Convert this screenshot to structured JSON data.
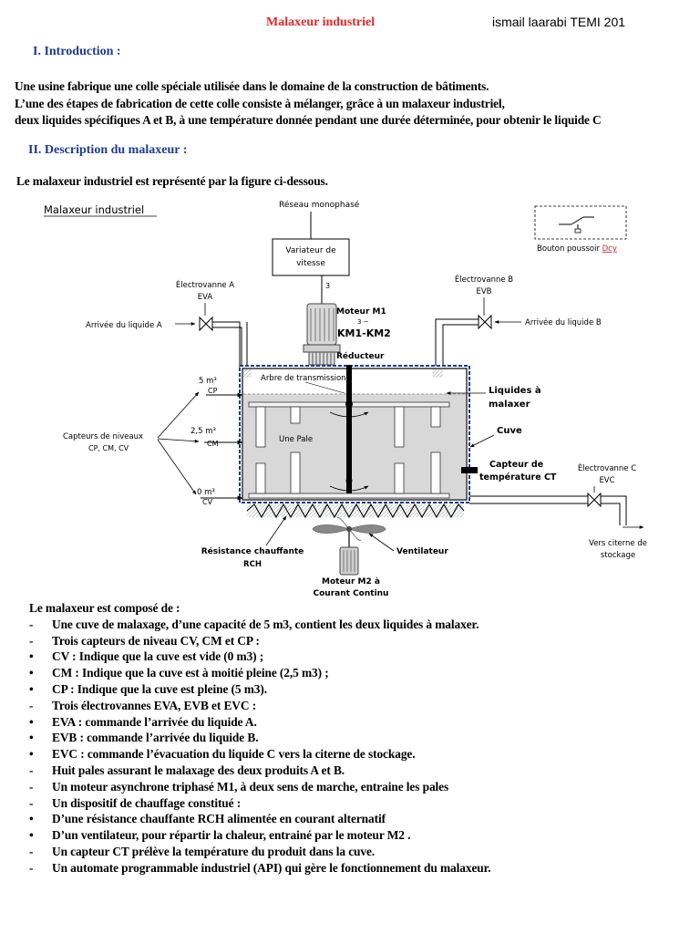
{
  "header": {
    "title": "Malaxeur industriel",
    "author": "ismail laarabi TEMI 201"
  },
  "sections": {
    "intro_title": "I.    Introduction :",
    "desc_title": "II.   Description du malaxeur :"
  },
  "intro_lines": [
    "Une usine fabrique une colle spéciale utilisée dans le domaine de la construction de bâtiments.",
    "L’une des étapes de fabrication de cette colle consiste à mélanger, grâce à un malaxeur industriel,",
    "deux liquides spécifiques A et B, à une température donnée pendant une durée déterminée, pour obtenir le liquide C"
  ],
  "desc_text": "Le malaxeur industriel est représenté par la figure ci-dessous.",
  "figure": {
    "caption": "Malaxeur industriel",
    "network": "Réseau monophasé",
    "variateur_1": "Variateur de",
    "variateur_2": "vitesse",
    "cable_count": "3",
    "button_label": "Bouton poussoir ",
    "button_sub": "Dcy",
    "eva_1": "Électrovanne A",
    "eva_2": "EVA",
    "evb_1": "Électrovanne B",
    "evb_2": "EVB",
    "arrival_a": "Arrivée du liquide A",
    "arrival_b": "Arrivée du liquide B",
    "motor_m1": "Moteur M1",
    "motor_m1_phase": "3 ~",
    "km": "KM1-KM2",
    "reducer": "Réducteur",
    "shaft": "Arbre de transmission",
    "liquids_1": "Liquides à",
    "liquids_2": "malaxer",
    "tank": "Cuve",
    "level_5": "5 m³",
    "level_5_sensor": "CP",
    "level_25": "2,5 m³",
    "level_25_sensor": "CM",
    "level_0": "0 m³",
    "level_0_sensor": "CV",
    "sensors_1": "Capteurs de niveaux",
    "sensors_2": "CP, CM, CV",
    "blade": "Une Pale",
    "temp_1": "Capteur de",
    "temp_2": "température CT",
    "evc_1": "Électrovanne C",
    "evc_2": "EVC",
    "storage_1": "Vers citerne de",
    "storage_2": "stockage",
    "resistance_1": "Résistance chauffante",
    "resistance_2": "RCH",
    "fan": "Ventilateur",
    "motor_m2_1": "Moteur M2 à",
    "motor_m2_2": "Courant Continu"
  },
  "list_intro": "Le malaxeur est composé de :",
  "list_items": [
    {
      "marker": "-",
      "text": "Une cuve de malaxage, d’une capacité de 5 m3, contient les deux liquides à malaxer."
    },
    {
      "marker": "-",
      "text": "Trois capteurs de niveau CV, CM et CP :"
    },
    {
      "marker": "•",
      "text": "CV : Indique que la cuve est vide (0 m3) ;"
    },
    {
      "marker": "•",
      "text": "CM : Indique que la cuve est à moitié pleine (2,5 m3) ;"
    },
    {
      "marker": "•",
      "text": "CP : Indique que la cuve est pleine (5 m3)."
    },
    {
      "marker": "-",
      "text": "Trois électrovannes EVA, EVB et EVC :"
    },
    {
      "marker": "•",
      "text": "EVA : commande l’arrivée du liquide A."
    },
    {
      "marker": "•",
      "text": "EVB : commande l’arrivée du liquide B."
    },
    {
      "marker": "•",
      "text": "EVC : commande l’évacuation du liquide C vers la citerne de stockage."
    },
    {
      "marker": "-",
      "text": "Huit pales assurant le malaxage des deux produits A et B."
    },
    {
      "marker": "-",
      "text": "Un moteur asynchrone triphasé M1, à deux sens de marche, entraine les pales"
    },
    {
      "marker": "-",
      "text": "Un dispositif de chauffage constitué :"
    },
    {
      "marker": "•",
      "text": "D’une résistance chauffante RCH alimentée en courant alternatif"
    },
    {
      "marker": "•",
      "text": "D’un ventilateur, pour répartir la chaleur, entrainé par le moteur M2 ."
    },
    {
      "marker": "-",
      "text": "Un capteur CT prélève la température du produit dans la cuve."
    },
    {
      "marker": "-",
      "text": "Un automate programmable industriel (API) qui gère le fonctionnement du malaxeur."
    }
  ]
}
